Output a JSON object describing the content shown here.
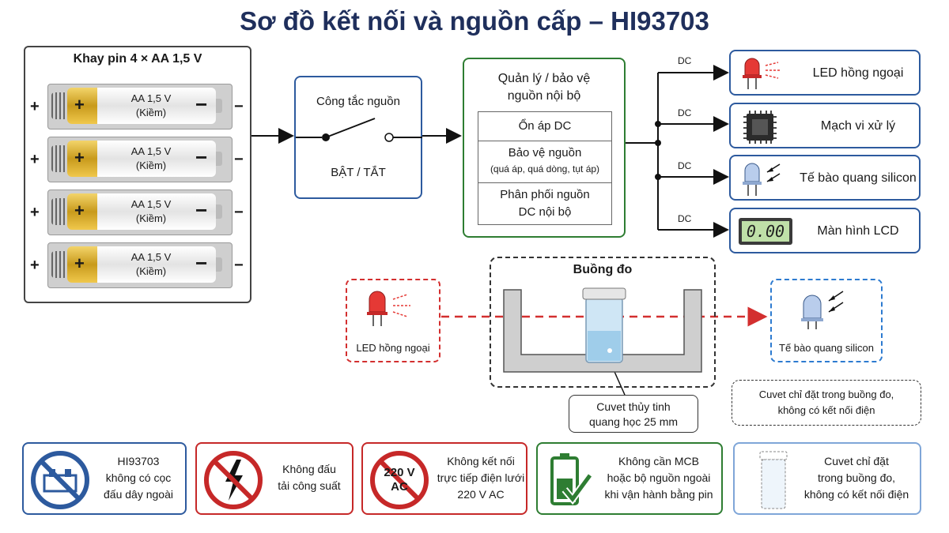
{
  "title": "Sơ đồ kết nối và nguồn cấp – HI93703",
  "battery_tray": {
    "title": "Khay pin 4 × AA 1,5 V",
    "cells": [
      {
        "line1": "AA 1,5 V",
        "line2": "(Kiềm)"
      },
      {
        "line1": "AA 1,5 V",
        "line2": "(Kiềm)"
      },
      {
        "line1": "AA 1,5 V",
        "line2": "(Kiềm)"
      },
      {
        "line1": "AA 1,5 V",
        "line2": "(Kiềm)"
      }
    ],
    "plus": "+",
    "minus": "−"
  },
  "switch": {
    "title": "Công tắc nguồn",
    "state": "BẬT / TẮT"
  },
  "power_mgmt": {
    "title_line1": "Quản lý / bảo vệ",
    "title_line2": "nguồn nội bộ",
    "regulator": "Ổn áp DC",
    "protection_line1": "Bảo vệ nguồn",
    "protection_line2": "(quá áp, quá dòng, tụt áp)",
    "distribution_line1": "Phân phối nguồn",
    "distribution_line2": "DC nội bộ"
  },
  "dc_label": "DC",
  "devices": [
    {
      "label": "LED hồng ngoại",
      "icon": "led-icon"
    },
    {
      "label": "Mạch vi xử lý",
      "icon": "chip-icon"
    },
    {
      "label": "Tế bào quang silicon",
      "icon": "photodiode-icon"
    },
    {
      "label": "Màn hình LCD",
      "icon": "lcd-icon"
    }
  ],
  "lcd_reading": "0.00",
  "chamber": {
    "title": "Buồng đo",
    "led_label": "LED hồng ngoại",
    "sensor_label": "Tế bào quang silicon",
    "cuvette_line1": "Cuvet thủy tinh",
    "cuvette_line2": "quang học 25 mm",
    "note_line1": "Cuvet chỉ đặt trong buồng đo,",
    "note_line2": "không có kết nối điện"
  },
  "warnings": [
    {
      "lines": [
        "HI93703",
        "không có cọc",
        "đấu dây ngoài"
      ]
    },
    {
      "lines": [
        "Không đấu",
        "tải công suất"
      ]
    },
    {
      "lines": [
        "Không kết nối",
        "trực tiếp điện lưới",
        "220 V AC"
      ],
      "badge_line1": "220 V",
      "badge_line2": "AC"
    },
    {
      "lines": [
        "Không cần MCB",
        "hoặc bộ nguồn ngoài",
        "khi vận hành bằng pin"
      ]
    },
    {
      "lines": [
        "Cuvet chỉ đặt",
        "trong buồng đo,",
        "không có kết nối điện"
      ]
    }
  ],
  "colors": {
    "blue": "#2d5a9e",
    "green": "#2e7d32",
    "red": "#d32f2f",
    "title": "#1f2f5c"
  }
}
